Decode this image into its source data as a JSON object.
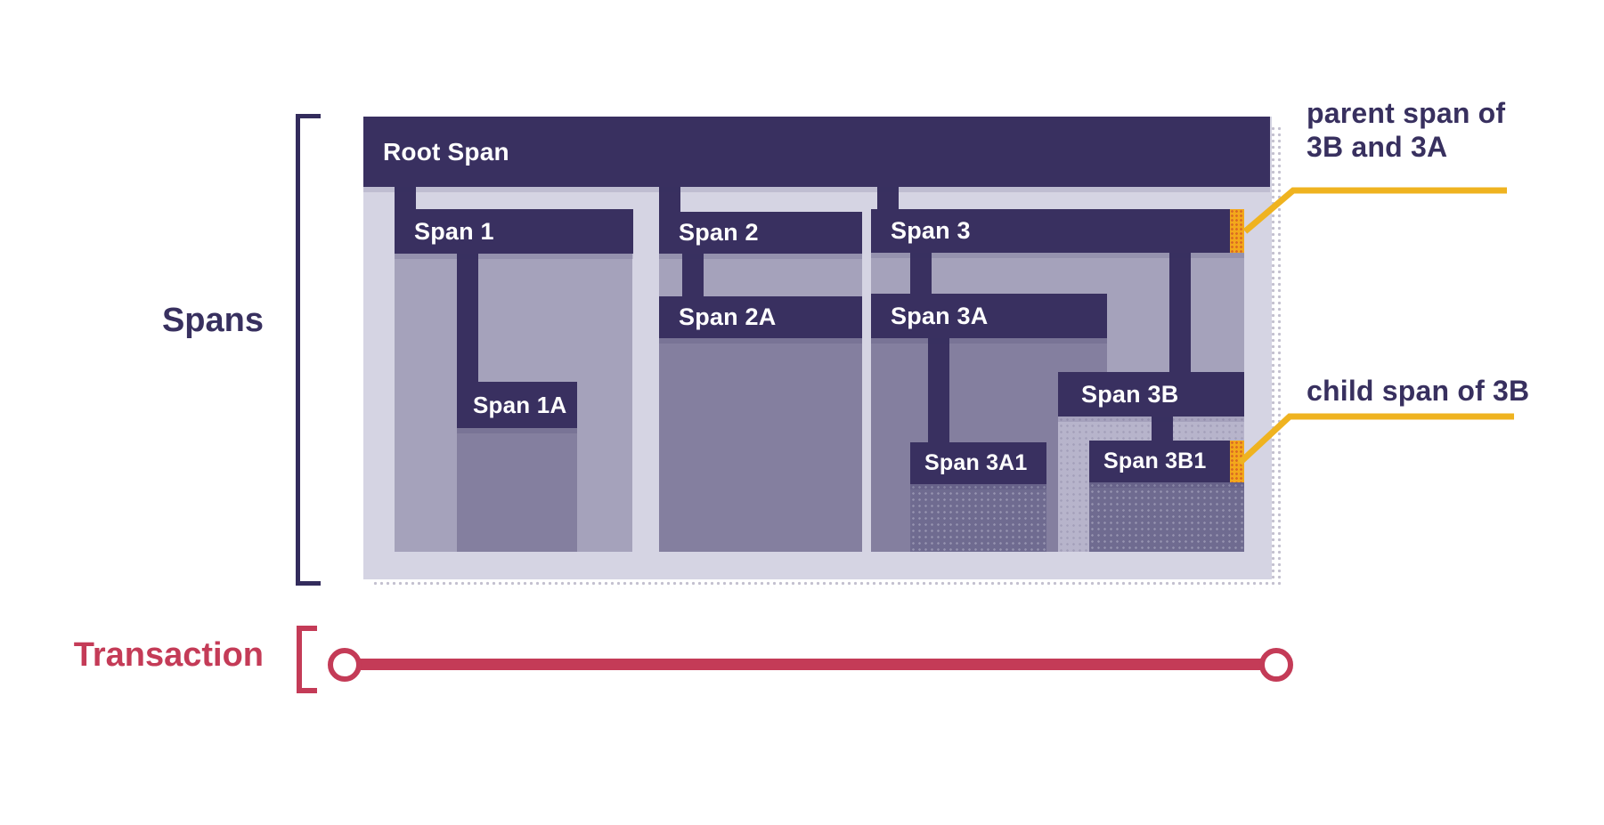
{
  "sidebar": {
    "spans_label": "Spans",
    "transaction_label": "Transaction"
  },
  "spans": {
    "root": {
      "label": "Root Span"
    },
    "s1": {
      "label": "Span 1"
    },
    "s1a": {
      "label": "Span 1A"
    },
    "s2": {
      "label": "Span 2"
    },
    "s2a": {
      "label": "Span 2A"
    },
    "s3": {
      "label": "Span 3"
    },
    "s3a": {
      "label": "Span 3A"
    },
    "s3b": {
      "label": "Span 3B"
    },
    "s3a1": {
      "label": "Span 3A1"
    },
    "s3b1": {
      "label": "Span 3B1"
    }
  },
  "annotations": {
    "parent_line1": "parent span of",
    "parent_line2": "3B and 3A",
    "child": "child span of 3B"
  },
  "colors": {
    "span_bar": "#393060",
    "container": "#d5d4e3",
    "nesting_overlay": "rgba(57,48,96,0.30)",
    "deep_region": "#6f6b90",
    "marker_orange": "#f3a81b",
    "callout_yellow": "#efb320",
    "transaction_crimson": "#c43b57",
    "label_text": "#38305f"
  }
}
